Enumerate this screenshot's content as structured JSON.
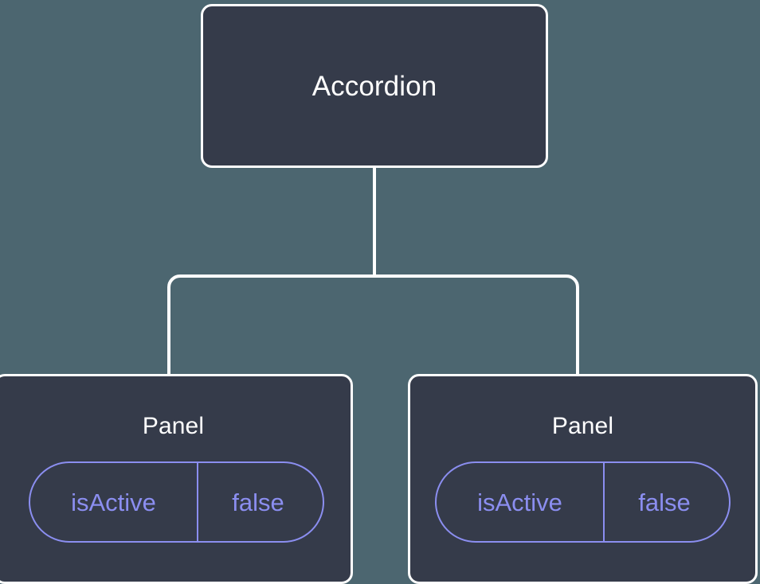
{
  "theme": {
    "background": "#4c6670",
    "node_fill": "#353b4a",
    "node_border": "#ffffff",
    "node_text": "#ffffff",
    "accent": "#8b8ef0",
    "edge_color": "#ffffff"
  },
  "tree": {
    "root": {
      "label": "Accordion"
    },
    "children": [
      {
        "label": "Panel",
        "state": {
          "key": "isActive",
          "value": "false"
        }
      },
      {
        "label": "Panel",
        "state": {
          "key": "isActive",
          "value": "false"
        }
      }
    ]
  }
}
